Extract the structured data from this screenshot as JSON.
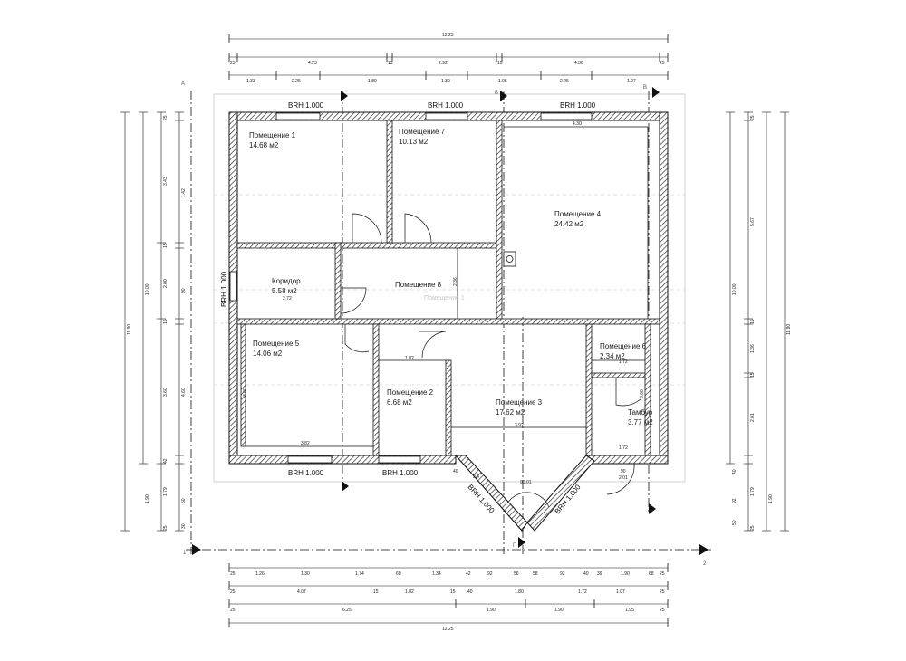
{
  "rooms": [
    {
      "name": "Помещение 1",
      "area": "14.68 м2"
    },
    {
      "name": "Помещение 7",
      "area": "10.13 м2"
    },
    {
      "name": "Помещение 4",
      "area": "24.42 м2"
    },
    {
      "name": "Коридор",
      "area": "5.58 м2"
    },
    {
      "name": "Помещение 8",
      "area": ""
    },
    {
      "name": "Помещение 5",
      "area": "14.06 м2"
    },
    {
      "name": "Помещение 2",
      "area": "6.68 м2"
    },
    {
      "name": "Помещение 3",
      "area": "17.62 м2"
    },
    {
      "name": "Помещение 6",
      "area": "2.34 м2"
    },
    {
      "name": "Тамбур",
      "area": "3.77 м2"
    }
  ],
  "ghost_label": "Помещение 1",
  "window_label": "BRH 1.000",
  "dims_top": {
    "total": "12.25",
    "row2": [
      "25",
      "4.23",
      "15",
      "2.92",
      "15",
      "4.30",
      "25"
    ],
    "row3": [
      "1.33",
      "2.25",
      "1.89",
      "1.30",
      "1.95",
      "2.25",
      "1.27"
    ]
  },
  "dims_bottom": {
    "row1": [
      "25",
      "1.26",
      "1.30",
      "1.74",
      "60",
      "1.34",
      "42",
      "92",
      "56",
      "58",
      "92",
      "40",
      "39",
      "1.90",
      "68",
      "25"
    ],
    "row2": [
      "25",
      "4.07",
      "15",
      "1.82",
      "15",
      "40",
      "1.80",
      "1.72",
      "1.07",
      "25"
    ],
    "row3": [
      "25",
      "6.25",
      "1.90",
      "1.90",
      "1.95",
      "25"
    ],
    "total": "12.25"
  },
  "dims_left": [
    "11.90",
    "10.00",
    "25",
    "3.43",
    "15",
    "2.00",
    "15",
    "4.60",
    "3.60",
    "42",
    "1.79",
    "1.90",
    "50",
    "25",
    "30",
    "1.42",
    "90"
  ],
  "dims_right": [
    "11.90",
    "10.00",
    "5.67",
    "1.36",
    "2.01",
    "1.79",
    "1.90",
    "25",
    "15",
    "15",
    "40",
    "92",
    "50",
    "25"
  ],
  "inner_dims": [
    "4.30",
    "2.36",
    "2.72",
    "1.82",
    "3.82",
    "3.92",
    "3.00",
    "1.72",
    "1.72",
    "3.00",
    "2.01",
    "90",
    "40",
    "2.4",
    "90.01"
  ],
  "axis_marks": [
    "А",
    "Б",
    "В",
    "Г",
    "1",
    "2"
  ]
}
